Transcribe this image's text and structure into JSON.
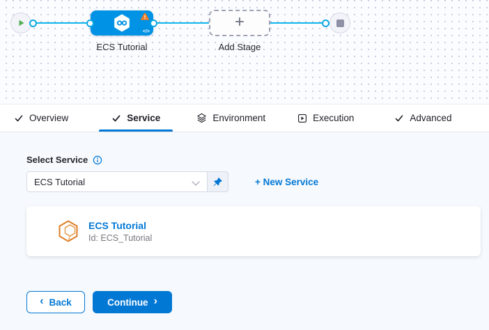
{
  "canvas": {
    "stage_name": "ECS Tutorial",
    "add_stage_label": "Add Stage"
  },
  "tabs": [
    {
      "label": "Overview"
    },
    {
      "label": "Service"
    },
    {
      "label": "Environment"
    },
    {
      "label": "Execution"
    },
    {
      "label": "Advanced"
    }
  ],
  "service_tab": {
    "select_service_label": "Select Service",
    "selected_service": "ECS Tutorial",
    "new_service_link": "+ New Service",
    "card": {
      "title": "ECS Tutorial",
      "id_line": "Id: ECS_Tutorial"
    },
    "back_button": "Back",
    "continue_button": "Continue"
  },
  "icons": {
    "plus": "+",
    "back_chevron": "‹",
    "continue_chevron": "›",
    "code": "</>"
  },
  "colors": {
    "accent_blue": "#0278d5",
    "node_blue": "#0092e4",
    "connector_cyan": "#0bb3e8",
    "warning_orange": "#f07c25",
    "play_green": "#52ae52",
    "stop_gray": "#8f90a6",
    "service_icon_orange": "#dd7d27",
    "panel_background": "#f6f9fd"
  }
}
